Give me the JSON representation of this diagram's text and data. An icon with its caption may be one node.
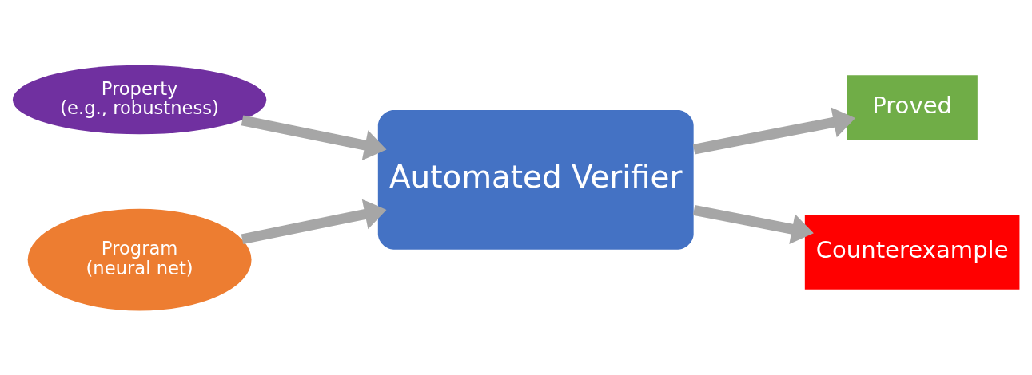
{
  "diagram": {
    "nodes": [
      {
        "text": [
          "Property",
          "(e.g., robustness)"
        ]
      },
      {
        "text": [
          "Program",
          "(neural net)"
        ]
      },
      {
        "text": [
          "Automated Verifier"
        ]
      },
      {
        "text": [
          "Proved"
        ]
      },
      {
        "text": [
          "Counterexample"
        ]
      }
    ],
    "edges": [
      {
        "from": 0,
        "to": 2,
        "arrow": "to"
      },
      {
        "from": 1,
        "to": 2,
        "arrow": "to"
      },
      {
        "from": 2,
        "to": 3,
        "arrow": "to"
      },
      {
        "from": 2,
        "to": 4,
        "arrow": "to"
      }
    ]
  }
}
